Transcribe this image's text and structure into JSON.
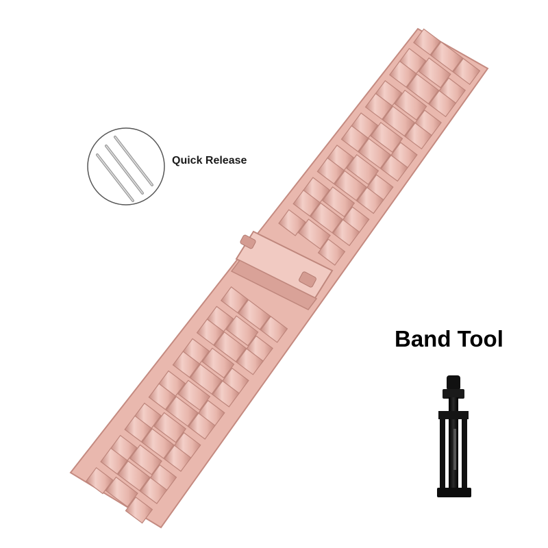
{
  "quick_release": {
    "label": "Quick Release",
    "icon": "spring-bar-pins-icon"
  },
  "band_tool": {
    "label": "Band Tool",
    "icon": "link-removal-tool-icon"
  },
  "product": {
    "icon": "metal-link-watch-band",
    "colors": {
      "band_light": "#f3cfc8",
      "band_mid": "#e8b6ac",
      "band_dark": "#c98e84",
      "tool": "#151515"
    }
  }
}
